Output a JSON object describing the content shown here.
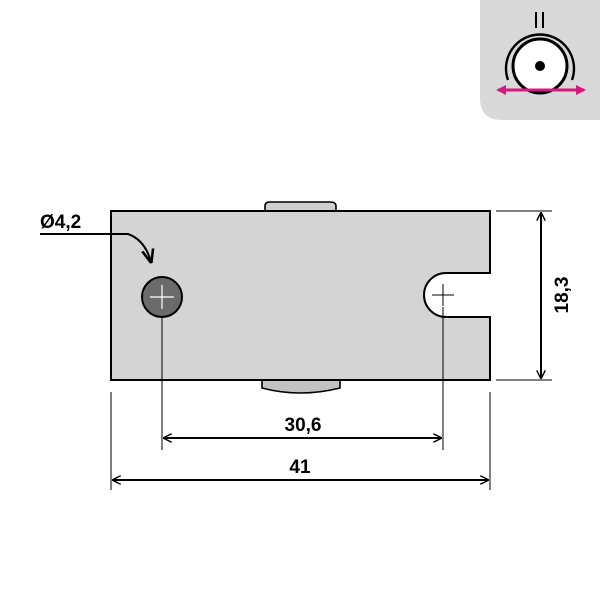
{
  "dimensions": {
    "hole_diameter": "Ø4,2",
    "height": "18,3",
    "hole_spacing": "30,6",
    "overall_width": "41"
  },
  "badge": {
    "icon": "wheel-movement-icon",
    "arrow_color": "#d6197f",
    "background_color": "#d9d9d9"
  },
  "colors": {
    "body": "#d4d4d4",
    "wheel": "#c0c0c0",
    "screw": "#6b6b6b",
    "line": "#000000"
  }
}
